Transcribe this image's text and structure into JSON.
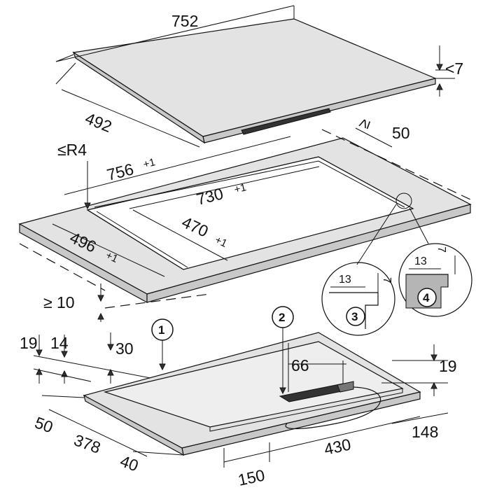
{
  "top_panel": {
    "width": "752",
    "depth": "492",
    "thickness": "<7"
  },
  "cutout": {
    "radius": "≤R4",
    "outer_width": "756",
    "outer_width_tol": "+1",
    "inner_width": "730",
    "inner_width_tol": "+1",
    "outer_depth": "496",
    "outer_depth_tol": "+1",
    "inner_depth": "470",
    "inner_depth_tol": "+1",
    "rear_clearance": "50",
    "rear_clearance_prefix": "≥",
    "front_clearance": "≥ 10"
  },
  "details": {
    "detail3": {
      "number": "3",
      "dim_13": "13",
      "dim_7": "7"
    },
    "detail4": {
      "number": "4",
      "dim_13": "13",
      "dim_7": "7"
    }
  },
  "bottom_unit": {
    "dim_19_left": "19",
    "dim_14": "14",
    "dim_30": "30",
    "dim_66": "66",
    "dim_19_right": "19",
    "dim_50": "50",
    "dim_378": "378",
    "dim_40": "40",
    "dim_150": "150",
    "dim_430": "430",
    "dim_148": "148",
    "callout_1": "1",
    "callout_2": "2"
  }
}
